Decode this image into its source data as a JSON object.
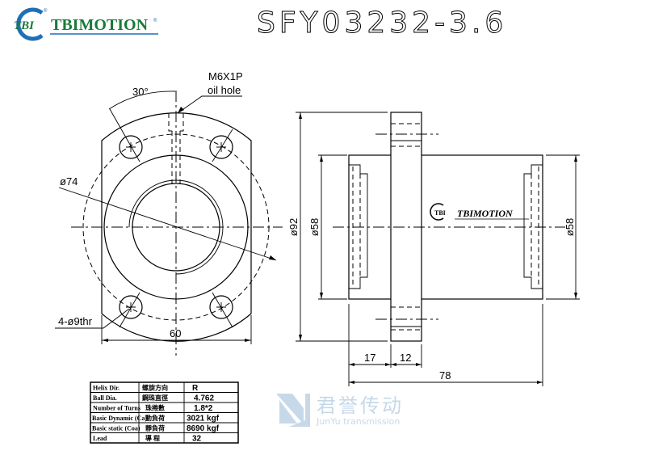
{
  "header": {
    "brand_mark": "TBI",
    "brand_name": "TBIMOTION",
    "registered": "®",
    "part_number": "SFY03232-3.6"
  },
  "front_view": {
    "oil_hole_label_1": "M6X1P",
    "oil_hole_label_2": "oil hole",
    "angle_label": "30°",
    "pcd_label": "ø74",
    "holes_label": "4-ø9thr",
    "width_label": "60"
  },
  "side_view": {
    "flange_dia_label": "ø92",
    "body_dia_left_label": "ø58",
    "body_dia_right_label": "ø58",
    "dim_a_label": "17",
    "dim_b_label": "12",
    "length_label": "78",
    "engraved_mark": "TBI",
    "engraved_name": "TBIMOTION"
  },
  "spec_table": {
    "rows": [
      {
        "label": "Helix Dir.",
        "cn": "螺旋方向",
        "value": "R"
      },
      {
        "label": "Ball Dia.",
        "cn": "鋼珠直徑",
        "value": "4.762"
      },
      {
        "label": "Number of Turns",
        "cn": "珠捲數",
        "value": "1.8*2"
      },
      {
        "label": "Basic Dynamic (Ca)",
        "cn": "動負荷",
        "value": "3021 kgf"
      },
      {
        "label": "Basic static (Coa)",
        "cn": "靜負荷",
        "value": "8690 kgf"
      },
      {
        "label": "Lead",
        "cn": "導 程",
        "value": "32"
      }
    ]
  },
  "watermark": {
    "cn": "君誉传动",
    "en": "JunYu transmission"
  },
  "colors": {
    "brand_blue": "#1f6fb5",
    "brand_green": "#1a7a3a",
    "watermark": "#b9cfe3"
  }
}
